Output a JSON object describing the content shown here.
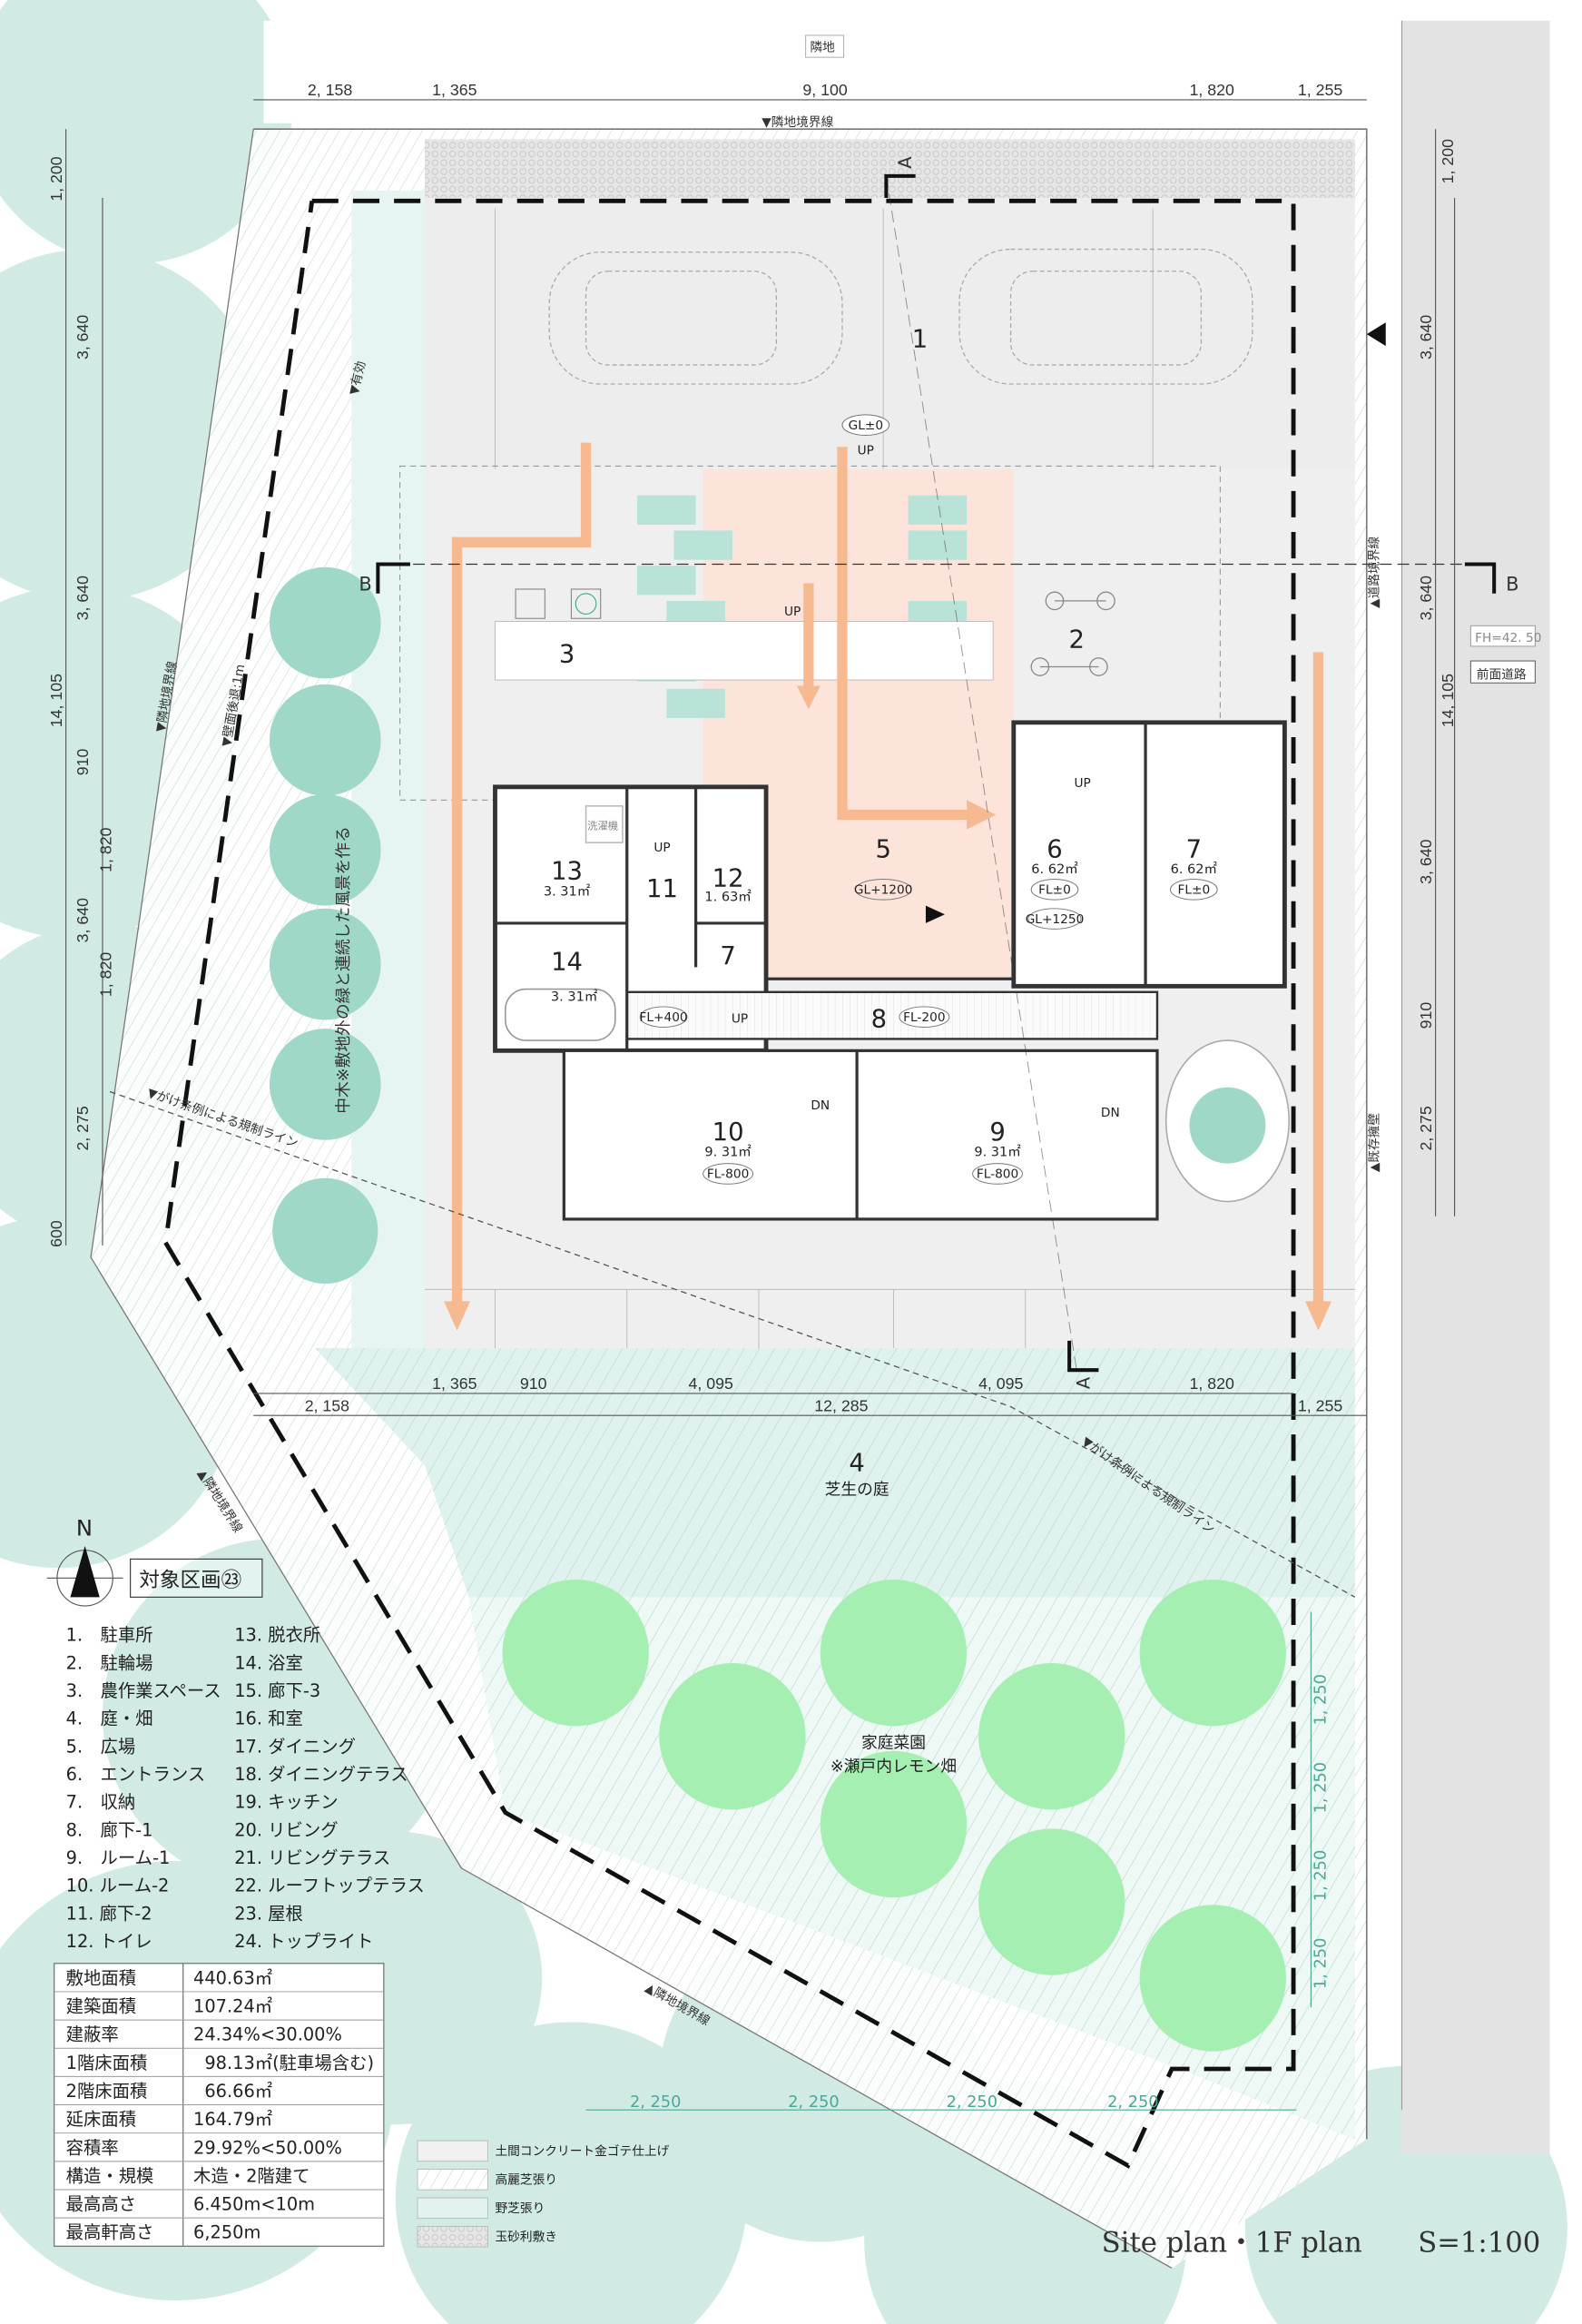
{
  "drawing": {
    "title": "Site plan・1F plan",
    "scale": "S=1:100",
    "block_label": "対象区画㉓",
    "north_label": "N"
  },
  "annotations": {
    "neighbor_land": "隣地",
    "neighbor_boundary_top": "▼隣地境界線",
    "effective": "▼有効",
    "neighbor_boundary_left": "▼隣地境界線",
    "wall_setback": "▼壁面後退:1m",
    "tree_note": "中木※敷地外の緑と連続した風景を作る",
    "cliff_line_left": "▼がけ条例による規制ライン",
    "cliff_line_right": "▼がけ条例による規制ライン",
    "neighbor_boundary_sw": "▲隣地境界線",
    "neighbor_boundary_s": "▲隣地境界線",
    "road_boundary": "▲道路境界線",
    "retaining_wall": "▲既存擁壁",
    "fh": "FH=42. 50",
    "front_road": "前面道路",
    "section_a": "A",
    "section_b": "B",
    "laundry": "洗濯機",
    "up": "UP",
    "dn": "DN"
  },
  "rooms": {
    "r1": {
      "num": "1",
      "level": "GL±0"
    },
    "r2": {
      "num": "2"
    },
    "r3": {
      "num": "3"
    },
    "r4": {
      "num": "4",
      "name": "芝生の庭"
    },
    "r5": {
      "num": "5",
      "level": "GL+1200"
    },
    "r6": {
      "num": "6",
      "area": "6. 62㎡",
      "level": "FL±0",
      "level2": "GL+1250"
    },
    "r7a": {
      "num": "7",
      "area": "6. 62㎡",
      "level": "FL±0"
    },
    "r7b": {
      "num": "7"
    },
    "r8": {
      "num": "8",
      "level": "FL-200"
    },
    "r9": {
      "num": "9",
      "area": "9. 31㎡",
      "level": "FL-800"
    },
    "r10": {
      "num": "10",
      "area": "9. 31㎡",
      "level": "FL-800"
    },
    "r11": {
      "num": "11",
      "level": "FL+400"
    },
    "r12": {
      "num": "12",
      "area": "1. 63㎡"
    },
    "r13": {
      "num": "13",
      "area": "3. 31㎡"
    },
    "r14": {
      "num": "14",
      "area": "3. 31㎡"
    },
    "garden": {
      "name": "家庭菜園",
      "note": "※瀬戸内レモン畑"
    }
  },
  "dimensions": {
    "top": [
      "2, 158",
      "1, 365",
      "9, 100",
      "1, 820",
      "1, 255"
    ],
    "bottom_inner": [
      "1, 365",
      "910",
      "4, 095",
      "4, 095",
      "1, 820"
    ],
    "bottom_outer": [
      "2, 158",
      "12, 285",
      "1, 255"
    ],
    "left_outer": [
      "1, 200",
      "3, 640",
      "3, 640",
      "910",
      "3, 640",
      "2, 275",
      "600"
    ],
    "left_inner": [
      "14, 105",
      "1, 820",
      "1, 820"
    ],
    "right_outer": [
      "1, 200",
      "3, 640",
      "3, 640",
      "3, 640",
      "910",
      "2, 275"
    ],
    "right_total": "14, 105",
    "garden_x": [
      "2, 250",
      "2, 250",
      "2, 250",
      "2, 250"
    ],
    "garden_y": [
      "1, 250",
      "1, 250",
      "1, 250",
      "1, 250"
    ]
  },
  "room_legend": [
    "1.　駐車所",
    "2.　駐輪場",
    "3.　農作業スペース",
    "4.　庭・畑",
    "5.　広場",
    "6.　エントランス",
    "7.　収納",
    "8.　廊下-1",
    "9.　ルーム-1",
    "10. ルーム-2",
    "11. 廊下-2",
    "12. トイレ",
    "13. 脱衣所",
    "14. 浴室",
    "15. 廊下-3",
    "16. 和室",
    "17. ダイニング",
    "18. ダイニングテラス",
    "19. キッチン",
    "20. リビング",
    "21. リビングテラス",
    "22. ルーフトップテラス",
    "23. 屋根",
    "24. トップライト"
  ],
  "summary_table": [
    {
      "label": "敷地面積",
      "value": "440.63㎡"
    },
    {
      "label": "建築面積",
      "value": "107.24㎡"
    },
    {
      "label": "建蔽率",
      "value": "24.34%<30.00%"
    },
    {
      "label": "1階床面積",
      "value": "  98.13㎡(駐車場含む)"
    },
    {
      "label": "2階床面積",
      "value": "  66.66㎡"
    },
    {
      "label": "延床面積",
      "value": "164.79㎡"
    },
    {
      "label": "容積率",
      "value": "29.92%<50.00%"
    },
    {
      "label": "構造・規模",
      "value": "木造・2階建て"
    },
    {
      "label": "最高高さ",
      "value": "6.450m<10m"
    },
    {
      "label": "最高軒高さ",
      "value": "6,250m"
    }
  ],
  "material_legend": [
    {
      "label": "土間コンクリート金ゴテ仕上げ",
      "color": "#f1f1f1"
    },
    {
      "label": "高麗芝張り",
      "color": "#ffffff"
    },
    {
      "label": "野芝張り",
      "color": "#e2f3ef"
    },
    {
      "label": "玉砂利敷き",
      "color": "#dcdcdc"
    }
  ],
  "colors": {
    "trees": "#cfeae3",
    "hedge": "#9fd8c8",
    "garden_trees": "#a6efb2",
    "plaza": "#fde4da",
    "arrow": "#f7b98f",
    "road": "#e3e3e3"
  }
}
